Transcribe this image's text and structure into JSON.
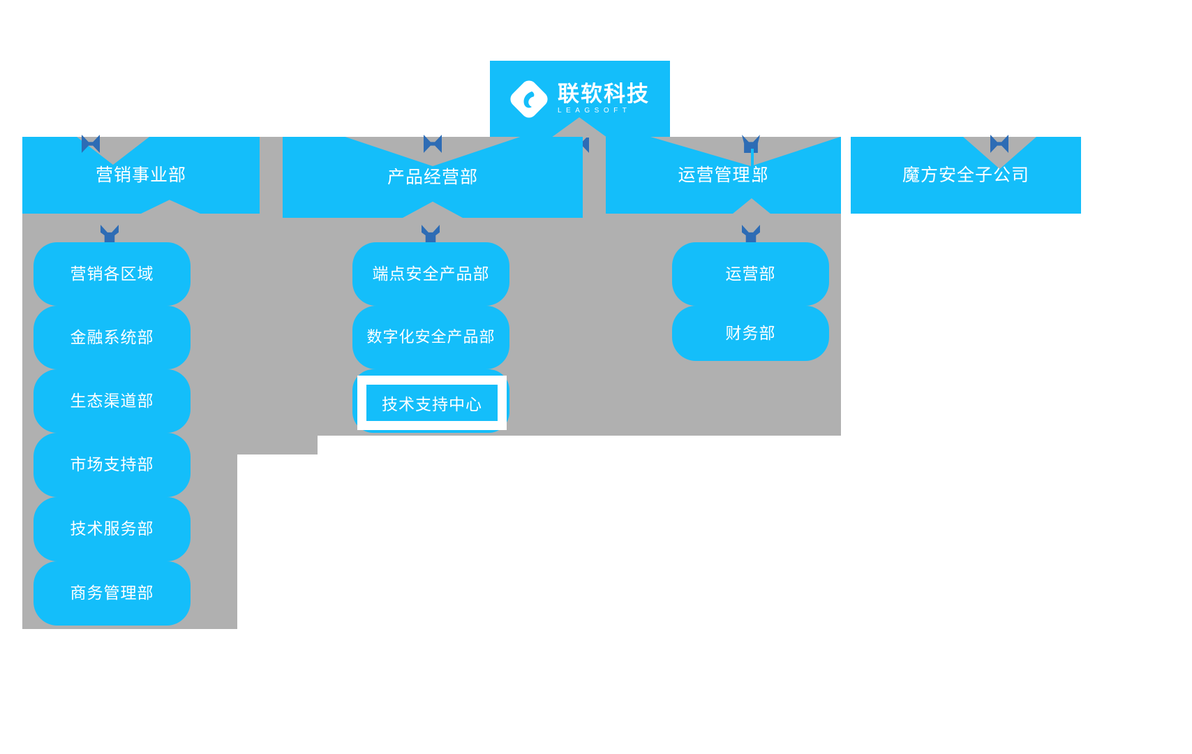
{
  "company": {
    "logo_cn": "联软科技",
    "logo_en": "LEAGSOFT",
    "logo_icon": "leagsoft-diamond-logo"
  },
  "colors": {
    "node_blue": "#14befa",
    "backdrop_gray": "#b0b0b0",
    "connector_blue": "#2d6cb5",
    "text_white": "#ffffff",
    "highlight_border": "#ffffff"
  },
  "chart_title": "",
  "org": {
    "root": {
      "label": "联软科技"
    },
    "divisions": [
      {
        "id": "marketing",
        "label": "营销事业部",
        "children": [
          {
            "label": "营销各区域"
          },
          {
            "label": "金融系统部"
          },
          {
            "label": "生态渠道部"
          },
          {
            "label": "市场支持部"
          },
          {
            "label": "技术服务部"
          },
          {
            "label": "商务管理部"
          }
        ]
      },
      {
        "id": "product",
        "label": "产品经营部",
        "children": [
          {
            "label": "端点安全产品部"
          },
          {
            "label": "数字化安全产品部"
          },
          {
            "label": "技术支持中心",
            "highlighted": true
          }
        ]
      },
      {
        "id": "operations",
        "label": "运营管理部",
        "children": [
          {
            "label": "运营部"
          },
          {
            "label": "财务部"
          }
        ]
      },
      {
        "id": "subsidiary",
        "label": "魔方安全子公司",
        "children": []
      }
    ]
  }
}
